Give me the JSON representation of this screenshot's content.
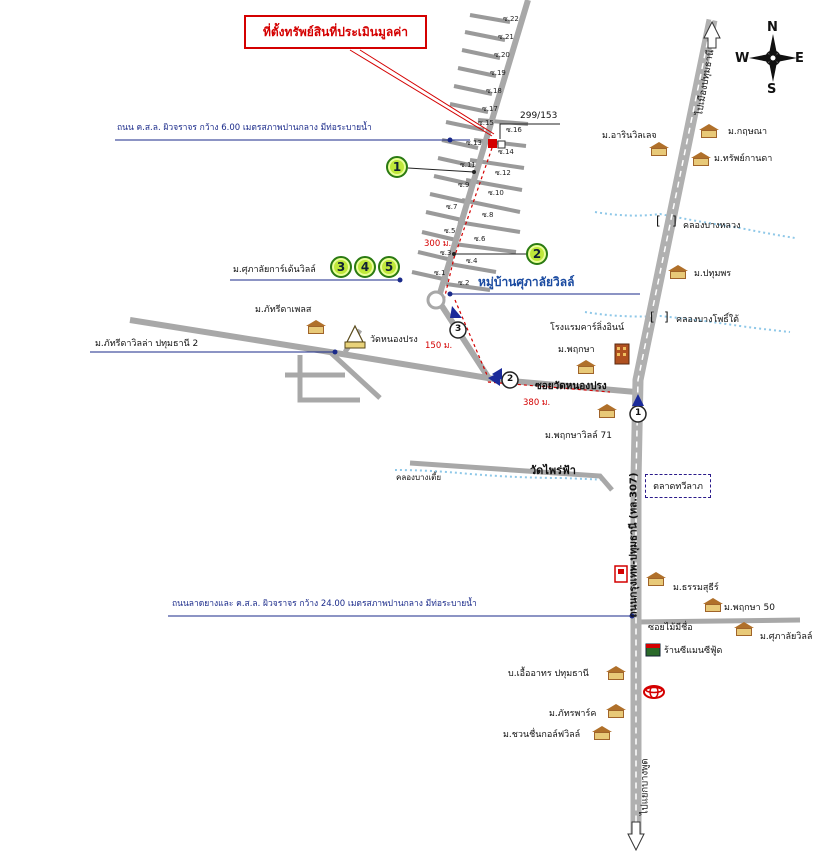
{
  "title_box": "ที่ตั้งทรัพย์สินที่ประเมินมูลค่า",
  "property_number": "299/153",
  "compass": {
    "n": "N",
    "s": "S",
    "e": "E",
    "w": "W"
  },
  "roads": {
    "top_road": "ถนน ค.ส.ล. ผิวจราจร กว้าง  6.00  เมตรสภาพปานกลาง มีท่อระบายน้ำ",
    "bottom_road": "ถนนลาดยางและ ค.ส.ล. ผิวจราจร กว้าง  24.00  เมตรสภาพปานกลาง มีท่อระบายน้ำ",
    "main_road": "ถนนกรุงเทพ-ปทุมธานี (ทล.307)",
    "to_pathum": "ไปเมืองปทุมธานี",
    "to_bangkok": "ไปแยกบางพูด",
    "soi_wat": "ซอยวัดหนองปรง",
    "soi_mai": "ซอยไม้มีชื่อ"
  },
  "soi_labels": [
    "ซ.22",
    "ซ.21",
    "ซ.20",
    "ซ.19",
    "ซ.18",
    "ซ.17",
    "ซ.16",
    "ซ.15",
    "ซ.14",
    "ซ.13",
    "ซ.12",
    "ซ.11",
    "ซ.10",
    "ซ.9",
    "ซ.8",
    "ซ.7",
    "ซ.6",
    "ซ.5",
    "ซ.4",
    "ซ.3",
    "ซ.2",
    "ซ.1"
  ],
  "places": {
    "village_main": "หมู่บ้านศุภาลัยวิลล์",
    "supalai_center": "ม.ศุภาลัยการ์เด้นวิลล์",
    "pattharee_place": "ม.ภัทรีดาเพลส",
    "pattharee_villa": "ม.ภัทรีดาวิลล่า ปทุมธานี 2",
    "wat_nongprong": "วัดหนองปรง",
    "hotel": "โรงแรมคาร์ลิ่งอินน์",
    "pruksa": "ม.พฤกษา",
    "pruksa71": "ม.พฤกษาวิลล์ 71",
    "arin": "ม.อารินวิลเลจ",
    "kritsana": "ม.กฤษณา",
    "sapkanka": "ม.ทรัพย์กานดา",
    "pathumporn": "ม.ปทุมพร",
    "wat_phraipha": "วัดไพร่ฟ้า",
    "market": "ตลาดทวีลาภ",
    "thammasiri": "ม.ธรรมสุธีร์",
    "pruksa50": "ม.พฤกษา 50",
    "supalai_ville": "ม.ศุภาลัยวิลล์",
    "seamans": "ร้านซีแมนซีฟู้ด",
    "euaathon": "บ.เอื้ออาทร ปทุมธานี",
    "phattharapark": "ม.ภัทรพาร์ค",
    "chuanchuen": "ม.ชวนชื่นกอล์ฟวิลล์"
  },
  "canals": {
    "bang_luang": "คลองบางหลวง",
    "bang_pho_tai": "คลองบางโพธิ์ใต้",
    "bang_taey": "คลองบางเตี้ย"
  },
  "distances": {
    "d300": "300 ม.",
    "d150": "150 ม.",
    "d380": "380 ม."
  },
  "markers": [
    "1",
    "2",
    "3",
    "4",
    "5"
  ],
  "route_markers": [
    "1",
    "2",
    "3"
  ]
}
